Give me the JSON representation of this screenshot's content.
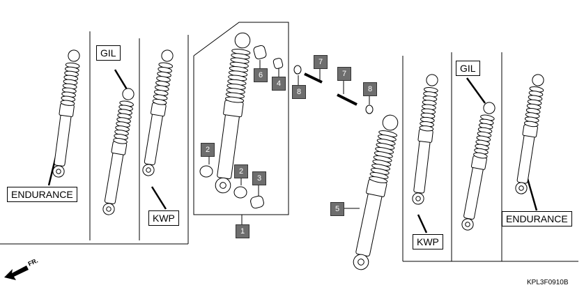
{
  "labels": {
    "gil_left": "GIL",
    "endurance_left": "ENDURANCE",
    "kwp_left": "KWP",
    "gil_right": "GIL",
    "kwp_right": "KWP",
    "endurance_right": "ENDURANCE"
  },
  "callouts": [
    "1",
    "2",
    "2",
    "3",
    "4",
    "5",
    "6",
    "7",
    "7",
    "8",
    "8"
  ],
  "direction_label": "FR.",
  "diagram_code": "KPL3F0910B"
}
